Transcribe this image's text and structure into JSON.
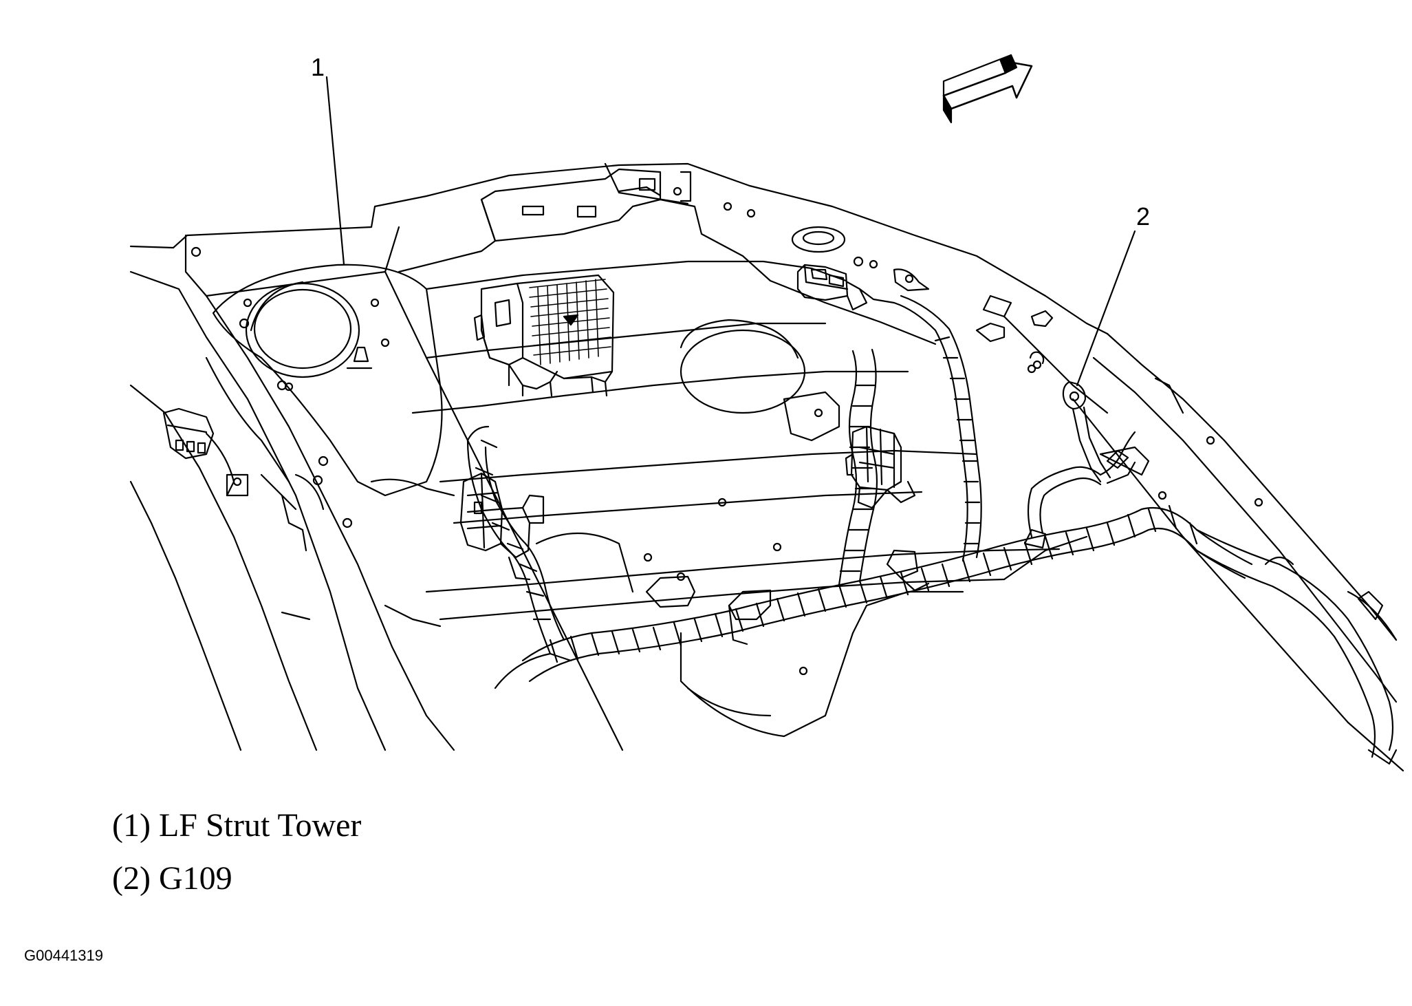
{
  "callouts": [
    {
      "number": "1",
      "label": "LF Strut Tower"
    },
    {
      "number": "2",
      "label": "G109"
    }
  ],
  "legend": [
    "(1) LF Strut Tower",
    "(2) G109"
  ],
  "figure_id": "G00441319",
  "icons": {
    "direction": "forward-arrow-icon"
  }
}
